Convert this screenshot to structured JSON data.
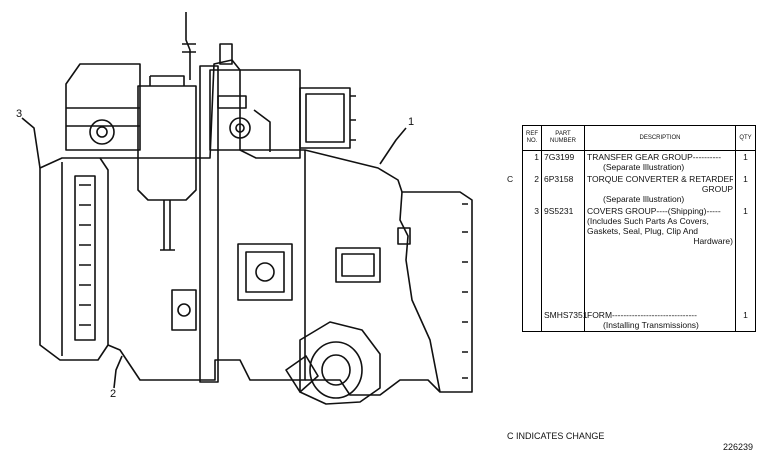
{
  "callouts": [
    "3",
    "1",
    "2"
  ],
  "table": {
    "headers": {
      "ref": "REF NO.",
      "part": "PART NUMBER",
      "desc": "DESCRIPTION",
      "qty": "QTY"
    },
    "rows": [
      {
        "change": "",
        "ref": "1",
        "part": "7G3199",
        "desc_lines": [
          "TRANSFER GEAR GROUP----------",
          "(Separate Illustration)"
        ],
        "qty": "1"
      },
      {
        "change": "C",
        "ref": "2",
        "part": "6P3158",
        "desc_lines": [
          "TORQUE CONVERTER & RETARDER--",
          "GROUP",
          "(Separate Illustration)"
        ],
        "qty": "1"
      },
      {
        "change": "",
        "ref": "3",
        "part": "9S5231",
        "desc_lines": [
          "COVERS GROUP----(Shipping)-----",
          "(Includes Such Parts As Covers,",
          "Gaskets, Seal, Plug, Clip And",
          "Hardware)"
        ],
        "qty": "1"
      },
      {
        "change": "",
        "ref": "",
        "part": "SMHS7351",
        "desc_lines": [
          "FORM------------------------------",
          "(Installing Transmissions)"
        ],
        "qty": "1"
      }
    ]
  },
  "change_note": "C INDICATES CHANGE",
  "figure_number": "226239"
}
